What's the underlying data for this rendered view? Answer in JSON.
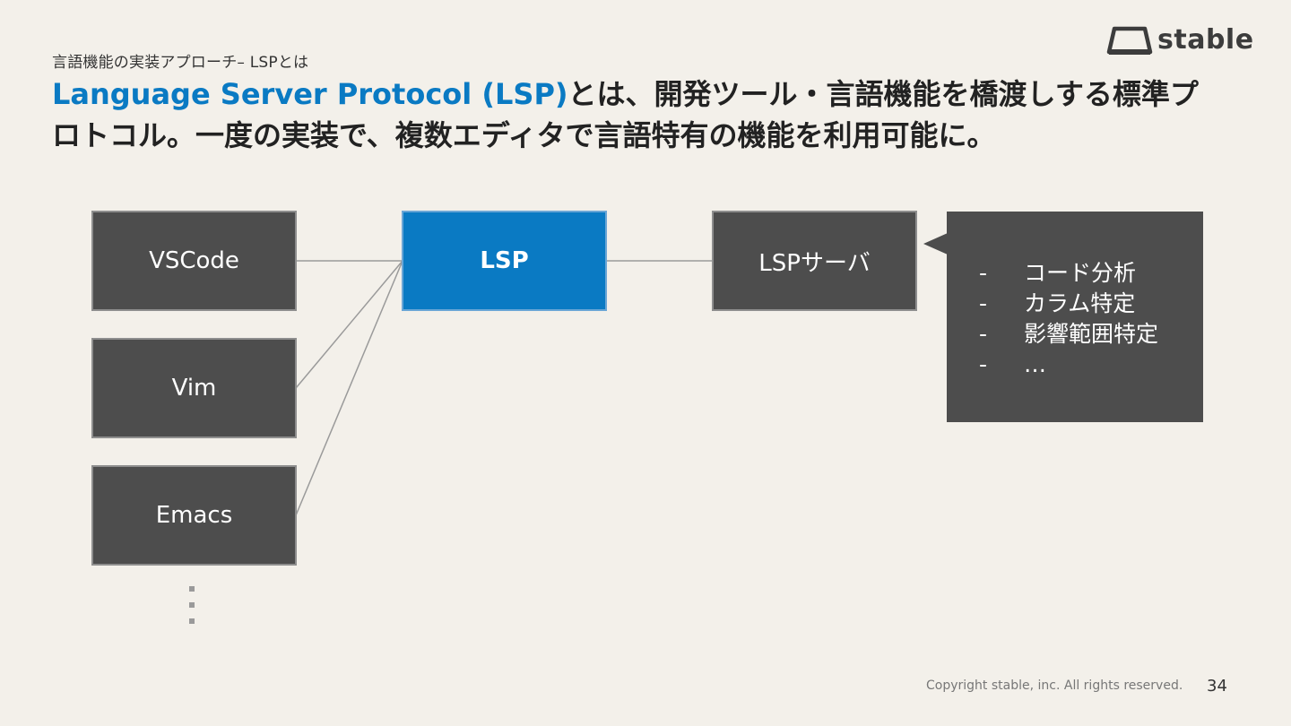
{
  "header": {
    "subtitle": "言語機能の実装アプローチ– LSPとは",
    "title_accent": "Language Server Protocol (LSP)",
    "title_rest": "とは、開発ツール・言語機能を橋渡しする標準プロトコル。一度の実装で、複数エディタで言語特有の機能を利用可能に。"
  },
  "logo": {
    "text": "stable"
  },
  "diagram": {
    "editors": [
      "VSCode",
      "Vim",
      "Emacs"
    ],
    "protocol": "LSP",
    "server": "LSPサーバ",
    "callout": {
      "bullet": "-",
      "items": [
        "コード分析",
        "カラム特定",
        "影響範囲特定",
        "…"
      ]
    }
  },
  "footer": {
    "copyright": "Copyright stable, inc. All rights reserved.",
    "page_number": "34"
  },
  "colors": {
    "background": "#f3f0ea",
    "accent": "#0a7ac3",
    "box": "#4d4d4d",
    "line": "#9a9a9a"
  }
}
